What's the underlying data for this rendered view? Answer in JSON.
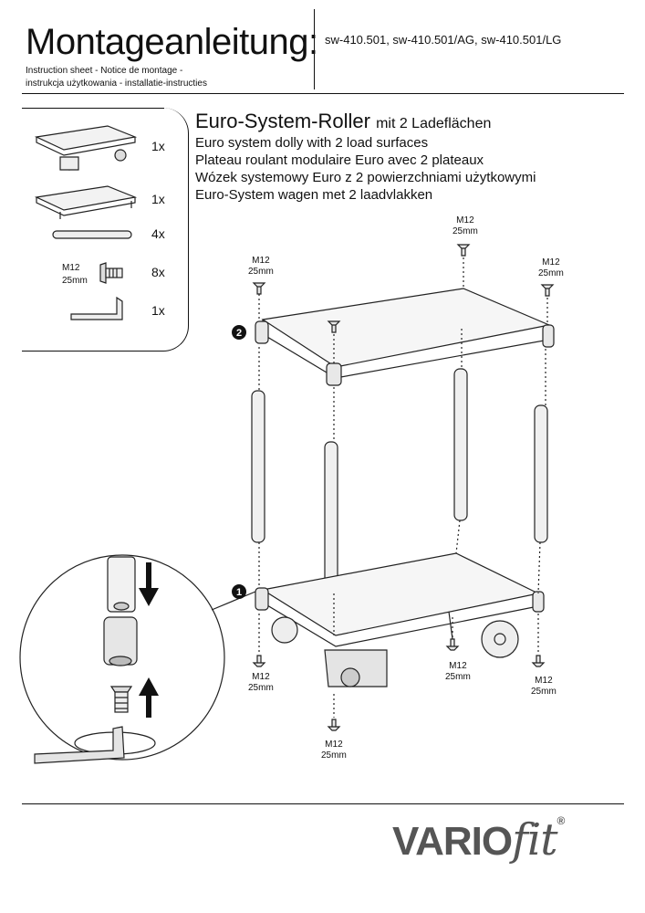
{
  "header": {
    "title": "Montageanleitung:",
    "subtitle_line1": "Instruction sheet - Notice de montage  -",
    "subtitle_line2": "instrukcja użytkowania - installatie-instructies",
    "models": "sw-410.501, sw-410.501/AG, sw-410.501/LG"
  },
  "parts": [
    {
      "qty": "1x",
      "icon": "castor-platform-icon"
    },
    {
      "qty": "1x",
      "icon": "top-platform-icon"
    },
    {
      "qty": "4x",
      "icon": "tube-icon"
    },
    {
      "qty": "8x",
      "icon": "screw-icon",
      "spec_line1": "M12",
      "spec_line2": "25mm"
    },
    {
      "qty": "1x",
      "icon": "allen-key-icon"
    }
  ],
  "product": {
    "title": "Euro-System-Roller",
    "title_suffix": "mit 2 Ladeflächen",
    "descriptions": [
      "Euro system dolly with 2 load surfaces",
      "Plateau roulant modulaire Euro avec 2 plateaux",
      "Wózek systemowy Euro z 2 powierzchniami użytkowymi",
      "Euro-System wagen met 2 laadvlakken"
    ]
  },
  "screw_label": {
    "size": "M12",
    "length": "25mm"
  },
  "steps": {
    "step1": "1",
    "step2": "2"
  },
  "logo": {
    "vario": "VARIO",
    "fit": "fit",
    "registered": "®"
  }
}
